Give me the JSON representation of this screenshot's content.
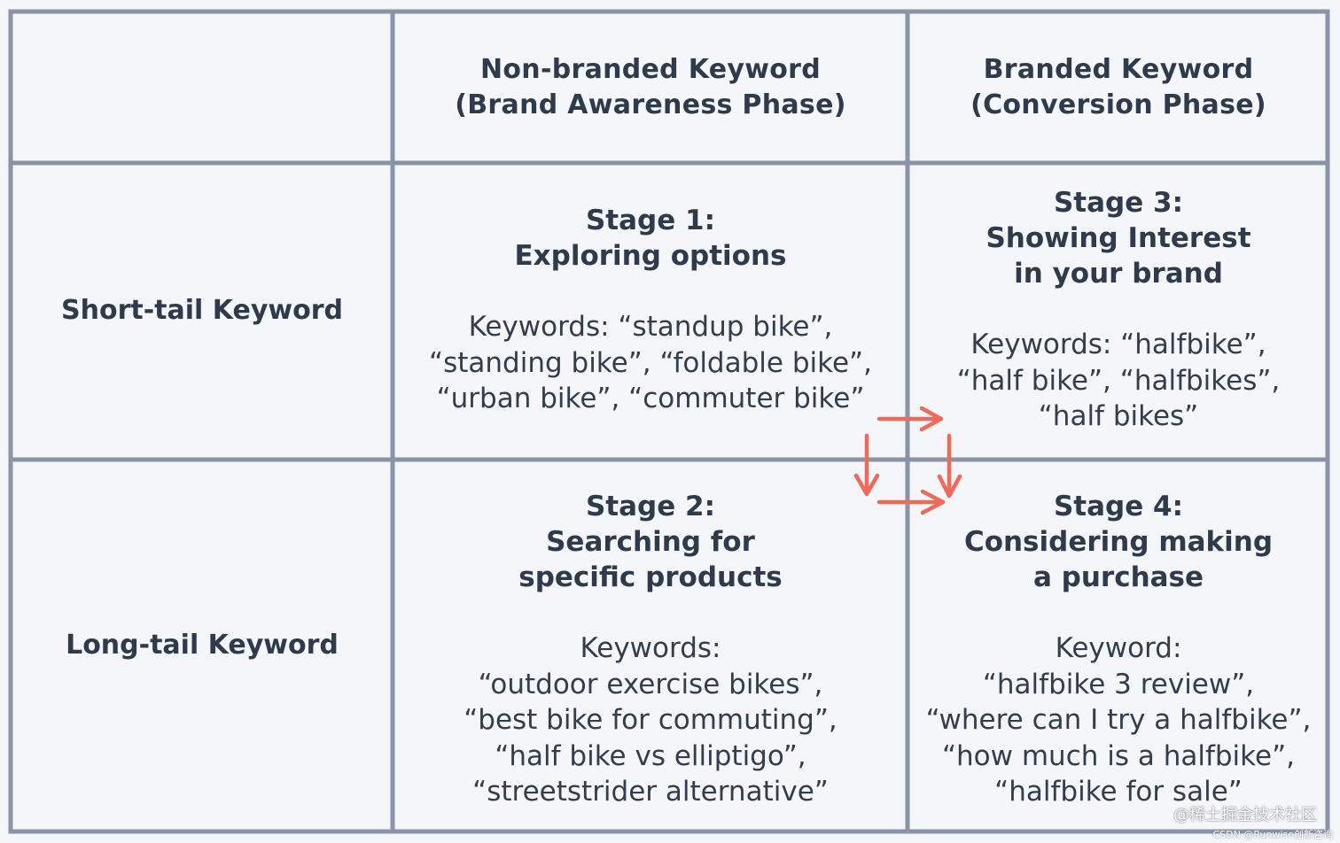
{
  "columns": {
    "non_branded": {
      "line1": "Non-branded Keyword",
      "line2": "(Brand Awareness Phase)"
    },
    "branded": {
      "line1": "Branded Keyword",
      "line2": "(Conversion Phase)"
    }
  },
  "rows": {
    "short_tail": "Short-tail Keyword",
    "long_tail": "Long-tail Keyword"
  },
  "stages": [
    {
      "title": [
        "Stage 1:",
        "Exploring options"
      ],
      "keywords": [
        "Keywords: “standup bike”,",
        "“standing bike”, “foldable bike”,",
        "“urban bike”, “commuter bike”"
      ]
    },
    {
      "title": [
        "Stage 2:",
        "Searching for",
        "specific products"
      ],
      "keywords": [
        "Keywords:",
        "“outdoor exercise bikes”,",
        "“best bike for commuting”,",
        "“half bike vs elliptigo”,",
        "“streetstrider alternative”"
      ]
    },
    {
      "title": [
        "Stage 3:",
        "Showing Interest",
        "in your brand"
      ],
      "keywords": [
        "Keywords: “halfbike”,",
        "“half bike”, “halfbikes”,",
        "“half bikes”"
      ]
    },
    {
      "title": [
        "Stage 4:",
        "Considering making",
        "a purchase"
      ],
      "keywords": [
        "Keyword:",
        "“halfbike 3 review”,",
        "“where can I try a halfbike”,",
        "“how much is a halfbike”,",
        "“halfbike for sale”"
      ]
    }
  ],
  "colors": {
    "grid": "#8a94a6",
    "arrow": "#ee6a5a",
    "background": "#f4f6fa",
    "text": "#2f3a4b"
  },
  "watermark": {
    "main": "@稀土掘金技术社区",
    "sub": "CSDN @Runwise创新咨询"
  }
}
